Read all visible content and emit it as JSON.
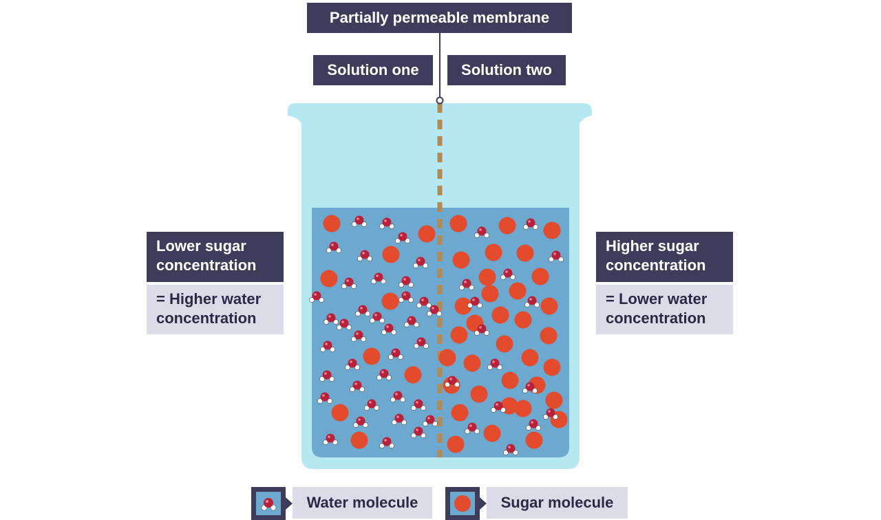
{
  "labels": {
    "membrane": "Partially permeable membrane",
    "solution_one": "Solution one",
    "solution_two": "Solution two",
    "left_sugar": [
      "Lower sugar",
      "concentration"
    ],
    "left_water": [
      "= Higher water",
      "concentration"
    ],
    "right_sugar": [
      "Higher sugar",
      "concentration"
    ],
    "right_water": [
      "= Lower water",
      "concentration"
    ]
  },
  "legend": {
    "water": "Water molecule",
    "sugar": "Sugar molecule"
  },
  "colors": {
    "label_dark": "#3d3c5a",
    "label_light": "#dcdbe8",
    "beaker_glass": "#b6e8f2",
    "solution": "#6da8cf",
    "membrane": "#b38a52",
    "sugar": "#e24b2b",
    "oxygen": "#b8213a",
    "hydrogen": "#ffffff"
  },
  "molecules": {
    "solution_one": {
      "sugar": 12,
      "water": 38
    },
    "solution_two": {
      "sugar": 34,
      "water": 15
    }
  }
}
